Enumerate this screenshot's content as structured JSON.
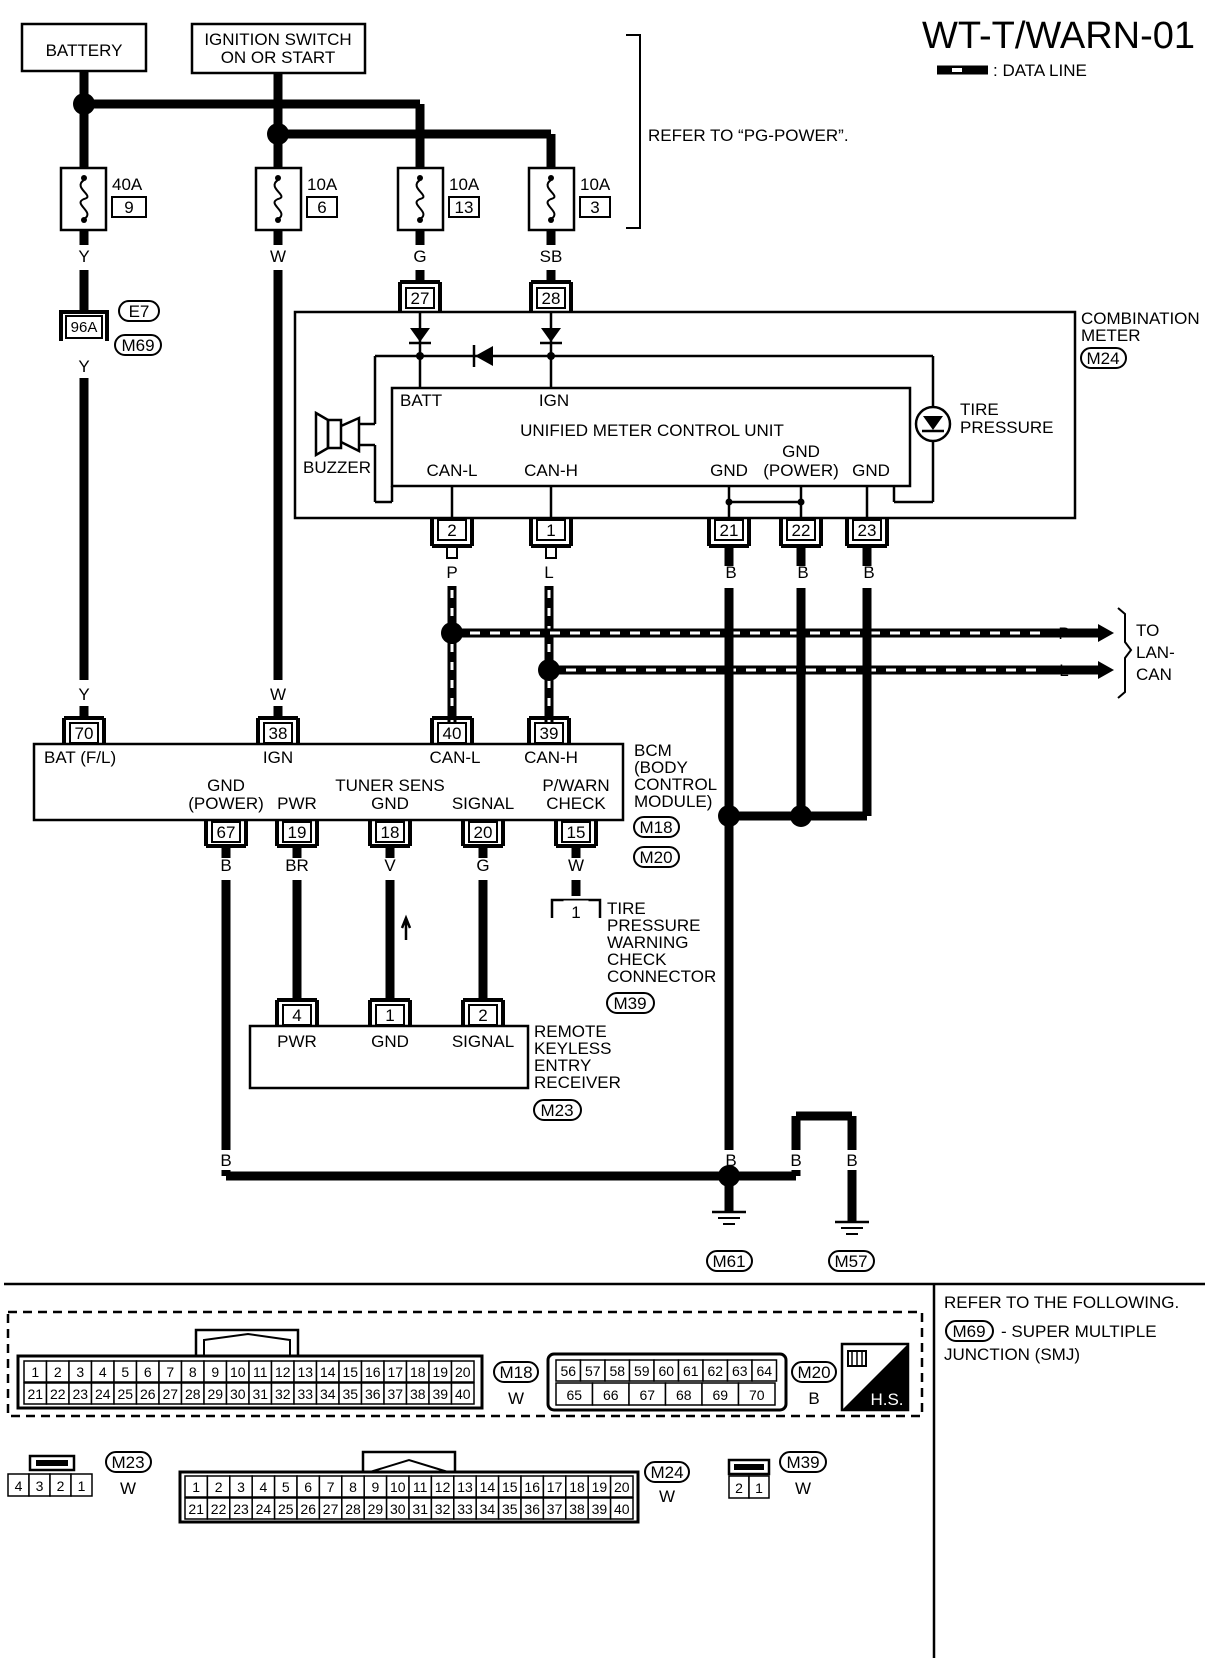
{
  "title": "WT-T/WARN-01",
  "legend": {
    "text": ": DATA LINE"
  },
  "top": {
    "battery": "BATTERY",
    "ignition_line1": "IGNITION SWITCH",
    "ignition_line2": "ON OR START",
    "refer": "REFER TO “PG-POWER”."
  },
  "fuses": [
    {
      "amp": "40A",
      "num": "9",
      "wire": "Y"
    },
    {
      "amp": "10A",
      "num": "6",
      "wire": "W"
    },
    {
      "amp": "10A",
      "num": "13",
      "wire": "G"
    },
    {
      "amp": "10A",
      "num": "3",
      "wire": "SB"
    }
  ],
  "smj": {
    "terminal": "96A",
    "connector1": "E7",
    "connector2": "M69",
    "wire_below": "Y"
  },
  "combination_meter": {
    "label_line1": "COMBINATION",
    "label_line2": "METER",
    "connector": "M24",
    "pins_top": [
      "27",
      "28"
    ],
    "unit_name": "UNIFIED METER CONTROL UNIT",
    "batt": "BATT",
    "ign": "IGN",
    "buzzer": "BUZZER",
    "tire_line1": "TIRE",
    "tire_line2": "PRESSURE",
    "can_l": "CAN-L",
    "can_h": "CAN-H",
    "gnd": "GND",
    "gnd_power_1": "GND",
    "gnd_power_2": "(POWER)",
    "pins_bottom": [
      "2",
      "1",
      "21",
      "22",
      "23"
    ],
    "wires_bottom": [
      "P",
      "L",
      "B",
      "B",
      "B"
    ]
  },
  "lan": {
    "p": "P",
    "l": "L",
    "to_line1": "TO",
    "to_line2": "LAN-",
    "to_line3": "CAN"
  },
  "bcm": {
    "wires_top": [
      "Y",
      "W"
    ],
    "pins_top": [
      "70",
      "38",
      "40",
      "39"
    ],
    "bat": "BAT (F/L)",
    "ign": "IGN",
    "can_l": "CAN-L",
    "can_h": "CAN-H",
    "name_line1": "BCM",
    "name_line2": "(BODY",
    "name_line3": "CONTROL",
    "name_line4": "MODULE)",
    "connector1": "M18",
    "connector2": "M20",
    "gnd_power_1": "GND",
    "gnd_power_2": "(POWER)",
    "pwr": "PWR",
    "tuner_line1": "TUNER SENS",
    "tuner_line2": "GND",
    "signal": "SIGNAL",
    "pwarn_line1": "P/WARN",
    "pwarn_line2": "CHECK",
    "pins_bottom": [
      "67",
      "19",
      "18",
      "20",
      "15"
    ],
    "wires_bottom": [
      "B",
      "BR",
      "V",
      "G",
      "W"
    ]
  },
  "check_connector": {
    "pin": "1",
    "line1": "TIRE",
    "line2": "PRESSURE",
    "line3": "WARNING",
    "line4": "CHECK",
    "line5": "CONNECTOR",
    "connector": "M39"
  },
  "receiver": {
    "pins": [
      "4",
      "1",
      "2"
    ],
    "pwr": "PWR",
    "gnd": "GND",
    "signal": "SIGNAL",
    "line1": "REMOTE",
    "line2": "KEYLESS",
    "line3": "ENTRY",
    "line4": "RECEIVER",
    "connector": "M23"
  },
  "ground": {
    "wires": [
      "B",
      "B",
      "B",
      "B"
    ],
    "m61": "M61",
    "m57": "M57"
  },
  "bottom": {
    "refer_line1": "REFER TO THE FOLLOWING.",
    "smj_code": "M69",
    "smj_line1": "- SUPER MULTIPLE",
    "smj_line2": "JUNCTION (SMJ)",
    "m18": {
      "code": "M18",
      "color": "W",
      "row1": [
        "1",
        "2",
        "3",
        "4",
        "5",
        "6",
        "7",
        "8",
        "9",
        "10",
        "11",
        "12",
        "13",
        "14",
        "15",
        "16",
        "17",
        "18",
        "19",
        "20"
      ],
      "row2": [
        "21",
        "22",
        "23",
        "24",
        "25",
        "26",
        "27",
        "28",
        "29",
        "30",
        "31",
        "32",
        "33",
        "34",
        "35",
        "36",
        "37",
        "38",
        "39",
        "40"
      ]
    },
    "m20": {
      "code": "M20",
      "color": "B",
      "row1": [
        "56",
        "57",
        "58",
        "59",
        "60",
        "61",
        "62",
        "63",
        "64"
      ],
      "row2": [
        "65",
        "66",
        "67",
        "68",
        "69",
        "70"
      ]
    },
    "hs": "H.S.",
    "m23": {
      "code": "M23",
      "color": "W",
      "row": [
        "4",
        "3",
        "2",
        "1"
      ]
    },
    "m24": {
      "code": "M24",
      "color": "W",
      "row1": [
        "1",
        "2",
        "3",
        "4",
        "5",
        "6",
        "7",
        "8",
        "9",
        "10",
        "11",
        "12",
        "13",
        "14",
        "15",
        "16",
        "17",
        "18",
        "19",
        "20"
      ],
      "row2": [
        "21",
        "22",
        "23",
        "24",
        "25",
        "26",
        "27",
        "28",
        "29",
        "30",
        "31",
        "32",
        "33",
        "34",
        "35",
        "36",
        "37",
        "38",
        "39",
        "40"
      ]
    },
    "m39": {
      "code": "M39",
      "color": "W",
      "row": [
        "2",
        "1"
      ]
    }
  }
}
